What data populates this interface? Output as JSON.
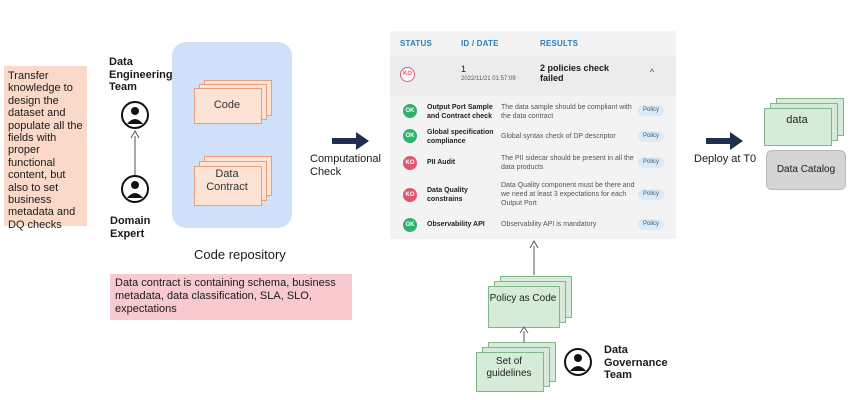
{
  "left_note": "Transfer knowledge to design the dataset and populate all the fields with proper functional content, but also to set business metadata and DQ checks",
  "data_engineering_team": "Data Engineering Team",
  "domain_expert": "Domain Expert",
  "code_label": "Code",
  "data_contract_label": "Data Contract",
  "code_repository": "Code repository",
  "contract_note": "Data contract is containing schema, business metadata, data classification, SLA, SLO, expectations",
  "computational_check": "Computational Check",
  "panel": {
    "headers": {
      "status": "STATUS",
      "id_date": "ID / DATE",
      "results": "RESULTS"
    },
    "summary": {
      "status": "KO",
      "id": "1",
      "date": "2022/11/21 01:57:09",
      "result": "2 policies check failed",
      "chevron": "^"
    },
    "rows": [
      {
        "status": "OK",
        "name": "Output Port Sample and Contract check",
        "desc": "The data sample should be compliant with the data contract",
        "tag": "Policy"
      },
      {
        "status": "OK",
        "name": "Global specification compliance",
        "desc": "Global syntax check of DP descriptor",
        "tag": "Policy"
      },
      {
        "status": "KO",
        "name": "PII Audit",
        "desc": "The PII sidecar should be present in all the data products",
        "tag": "Policy"
      },
      {
        "status": "KO",
        "name": "Data Quality constrains",
        "desc": "Data Quality component must be there and we need at least 3 expectations for each Output Port",
        "tag": "Policy"
      },
      {
        "status": "OK",
        "name": "Observability API",
        "desc": "Observability API is mandatory",
        "tag": "Policy"
      }
    ]
  },
  "policy_as_code": "Policy as Code",
  "set_of_guidelines": "Set of guidelines",
  "data_governance_team": "Data Governance Team",
  "deploy_label": "Deploy at T0",
  "data_label": "data",
  "data_catalog": "Data Catalog",
  "colors": {
    "ok": "#2fb26a",
    "ko": "#e2566b",
    "header_blue": "#2a7fc4",
    "repo_blue": "#cfe0f8"
  }
}
